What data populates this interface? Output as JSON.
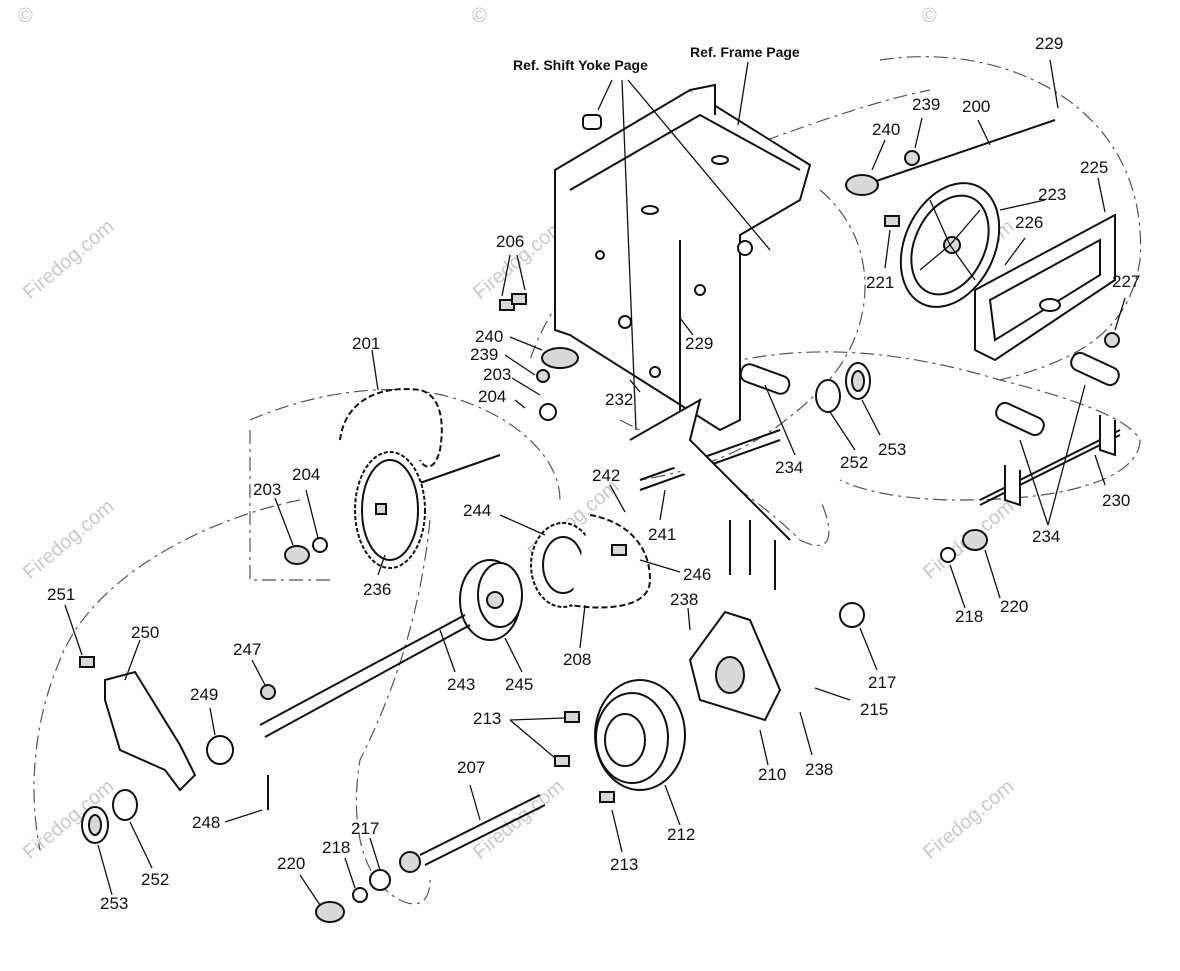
{
  "diagram": {
    "references": {
      "shift_yoke": "Ref. Shift Yoke Page",
      "frame": "Ref. Frame Page"
    },
    "watermark": {
      "brand": "Firedog.com",
      "corner": "©",
      "center": "Firedog.com"
    },
    "callouts": [
      "229",
      "239",
      "200",
      "240",
      "223",
      "225",
      "226",
      "221",
      "227",
      "206",
      "240",
      "239",
      "229",
      "203",
      "204",
      "232",
      "201",
      "234",
      "252",
      "253",
      "230",
      "234",
      "242",
      "241",
      "204",
      "203",
      "236",
      "244",
      "246",
      "220",
      "218",
      "238",
      "251",
      "250",
      "247",
      "243",
      "245",
      "208",
      "217",
      "215",
      "249",
      "213",
      "238",
      "210",
      "248",
      "207",
      "217",
      "218",
      "220",
      "212",
      "213",
      "252",
      "253"
    ]
  }
}
